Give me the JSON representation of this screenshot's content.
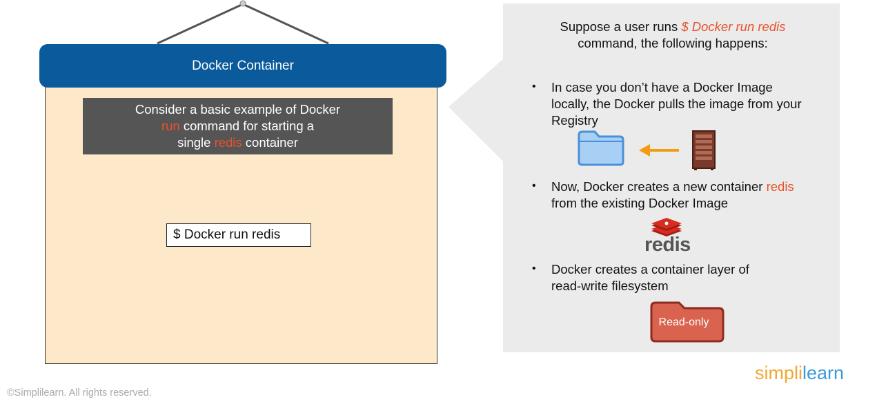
{
  "board": {
    "header": "Docker Container",
    "example": {
      "line1": "Consider a basic example of Docker",
      "line2_hl": "run",
      "line2_rest": " command for starting a",
      "line3_pre": "single ",
      "line3_hl": "redis",
      "line3_post": " container"
    },
    "command": "$ Docker run redis"
  },
  "callout": {
    "title_pre": "Suppose a user runs ",
    "title_hl": "$ Docker run redis",
    "title_post": "command, the following happens:",
    "bullet1": {
      "line1": "In case you don’t have a Docker Image",
      "line2": "locally, the Docker pulls the image from your",
      "line3": "Registry"
    },
    "bullet2": {
      "line1_pre": "Now, Docker creates a new container ",
      "line1_hl": "redis",
      "line2": "from the existing Docker Image"
    },
    "bullet3": {
      "line1": "Docker creates a container layer of",
      "line2": "read-write filesystem"
    },
    "redis_logo_text": "redis",
    "readonly_label": "Read-only"
  },
  "footer": {
    "copyright": "©Simplilearn. All rights reserved.",
    "brand_a": "simpl",
    "brand_b": "i",
    "brand_c": "learn"
  },
  "colors": {
    "header_blue": "#0a5a9c",
    "board_bg": "#fde8c9",
    "highlight": "#e8522b",
    "arrow_orange": "#f39c12",
    "folder_blue": "#a8d0f5",
    "server_brown": "#7a3a2a",
    "redis_red": "#d82c20",
    "readonly_red": "#d9634f"
  }
}
